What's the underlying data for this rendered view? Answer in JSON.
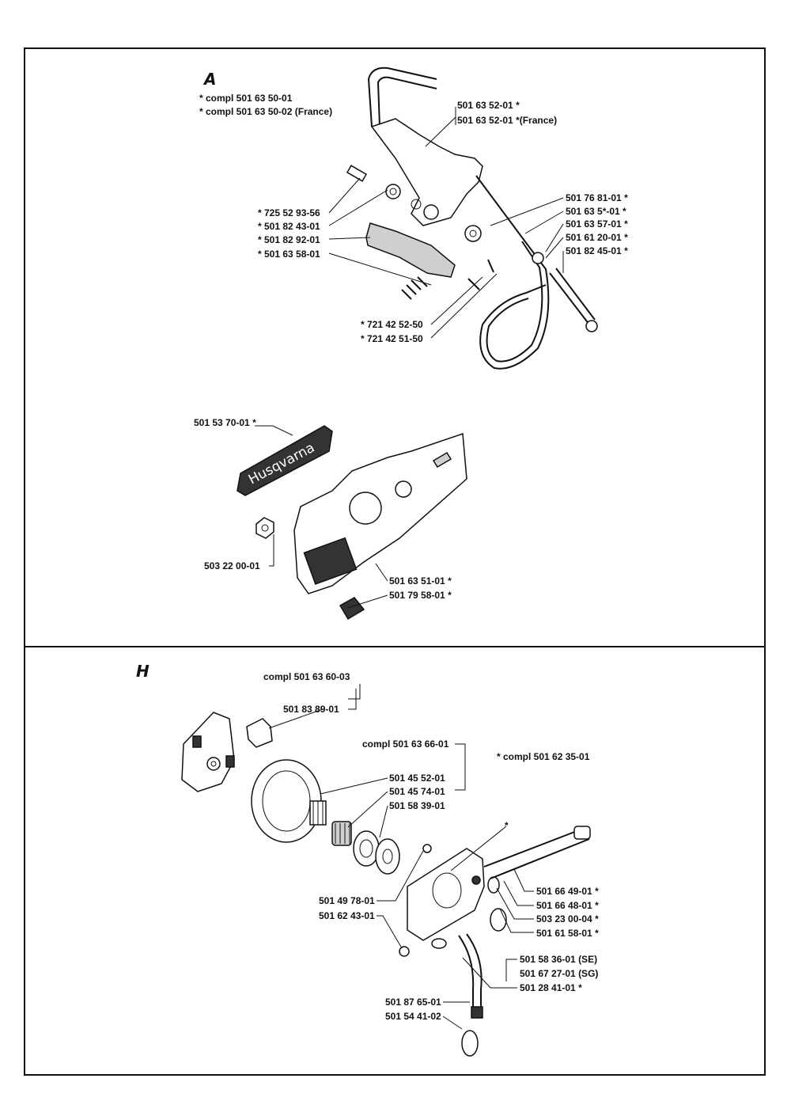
{
  "section_a": {
    "letter": "A",
    "compl_1": "*  compl 501 63 50-01",
    "compl_2": "*  compl 501 63 50-02 (France)",
    "handguard_1": "501 63 52-01  *",
    "handguard_2": "501 63 52-01  *(France)",
    "left_labels": [
      "*  725 52 93-56",
      "*  501 82 43-01",
      "*  501 82 92-01",
      "*  501 63 58-01"
    ],
    "right_labels": [
      "501 76 81-01  *",
      "501 63 5*-01  *",
      "501 63 57-01  *",
      "501 61 20-01  *",
      "501 82 45-01  *"
    ],
    "pin_labels": [
      "*  721 42 52-50",
      "*  721 42 51-50"
    ],
    "decal_label": "501 53 70-01  *",
    "logo_text": "Husqvarna",
    "nut_label": "503 22 00-01",
    "cover_labels": [
      "501 63 51-01  *",
      "501 79 58-01  *"
    ]
  },
  "section_h": {
    "letter": "H",
    "compl_clutch": "compl 501 63 60-03",
    "clutch_spring": "501 83 89-01",
    "compl_drum": "compl 501 63 66-01",
    "compl_pump": "*  compl 501 62 35-01",
    "drum_labels": [
      "501 45 52-01",
      "501 45 74-01",
      "501 58 39-01"
    ],
    "pump_left_labels": [
      "501 49 78-01",
      "501 62 43-01"
    ],
    "pump_right_labels": [
      "501 66 49-01  *",
      "501 66 48-01  *",
      "503 23 00-04  *",
      "501 61 58-01  *",
      "501 58 36-01 (SE)",
      "501 67 27-01 (SG)",
      "501 28 41-01  *"
    ],
    "hose_labels": [
      "501 87 65-01",
      "501 54 41-02"
    ],
    "star": "*"
  }
}
